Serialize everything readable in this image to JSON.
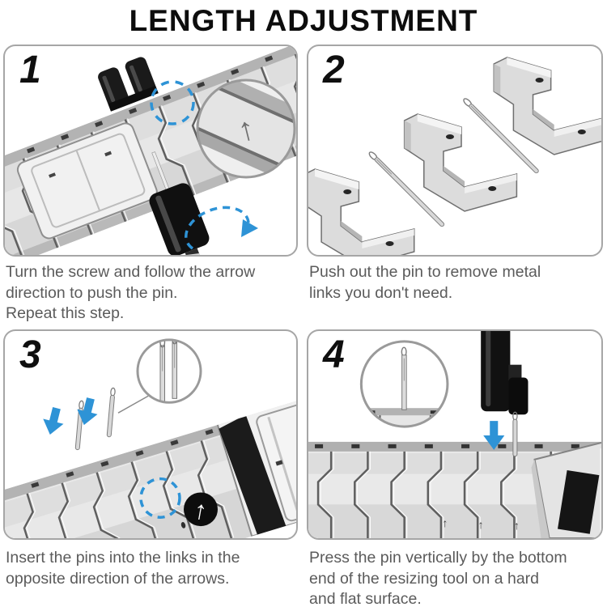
{
  "title": "LENGTH ADJUSTMENT",
  "panels": [
    {
      "number": "1",
      "caption": "Turn the screw and follow the arrow\ndirection to push the pin.\nRepeat this step."
    },
    {
      "number": "2",
      "caption": "Push out the pin to remove metal\nlinks you don't need."
    },
    {
      "number": "3",
      "caption": "Insert the pins into the links in the\nopposite direction of the arrows."
    },
    {
      "number": "4",
      "caption": "Press the pin vertically by the bottom\nend of the resizing tool on a hard\nand flat surface."
    }
  ],
  "icons": {
    "up_arrow": "↑"
  },
  "colors": {
    "accent_blue": "#2e93d6",
    "caption_gray": "#5b5b5b",
    "panel_border": "#a6a6a6",
    "metal_light": "#e8e8e8",
    "tool_black": "#141414"
  }
}
